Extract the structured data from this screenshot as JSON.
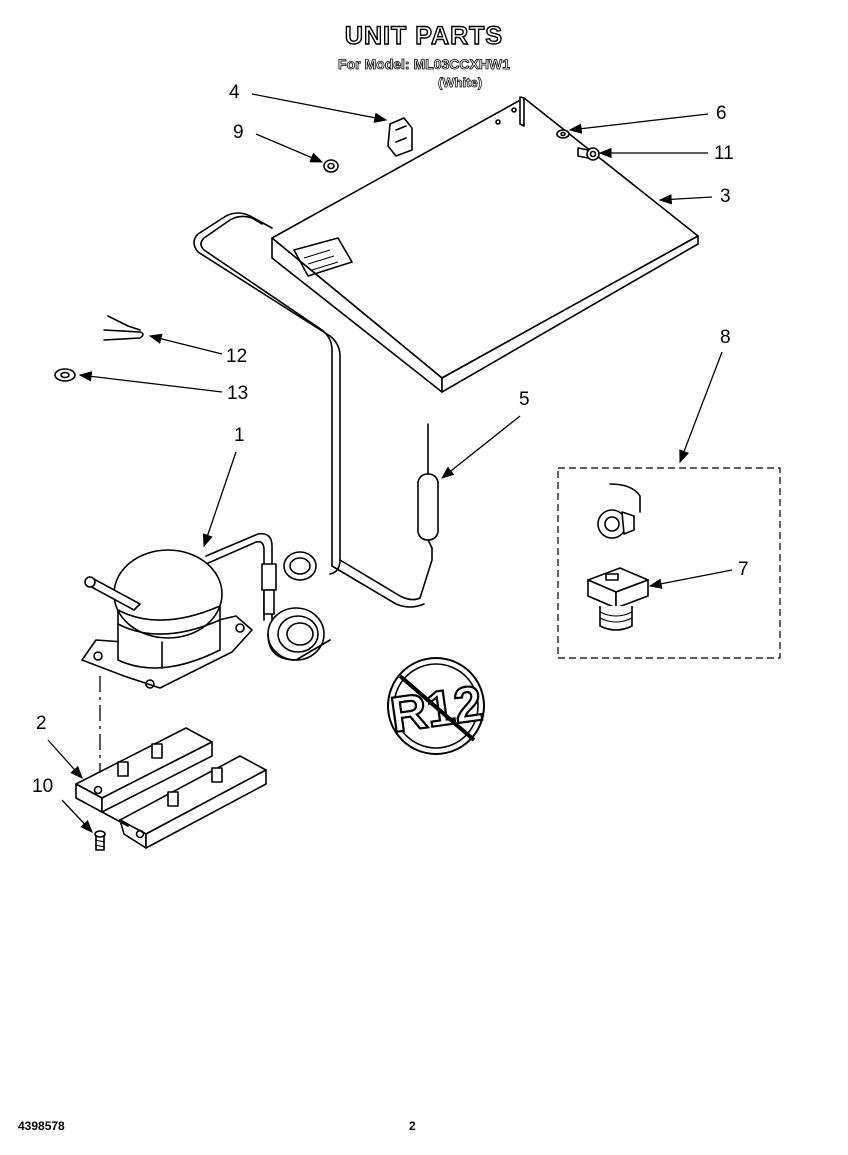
{
  "header": {
    "title": "UNIT PARTS",
    "model_line": "For Model: ML03CCXHW1",
    "color_line": "(White)"
  },
  "callouts": [
    "1",
    "2",
    "3",
    "4",
    "5",
    "6",
    "7",
    "8",
    "9",
    "10",
    "11",
    "12",
    "13"
  ],
  "refrigerant_logo": "R12",
  "footer": {
    "doc_number": "4398578",
    "page_number": "2"
  }
}
